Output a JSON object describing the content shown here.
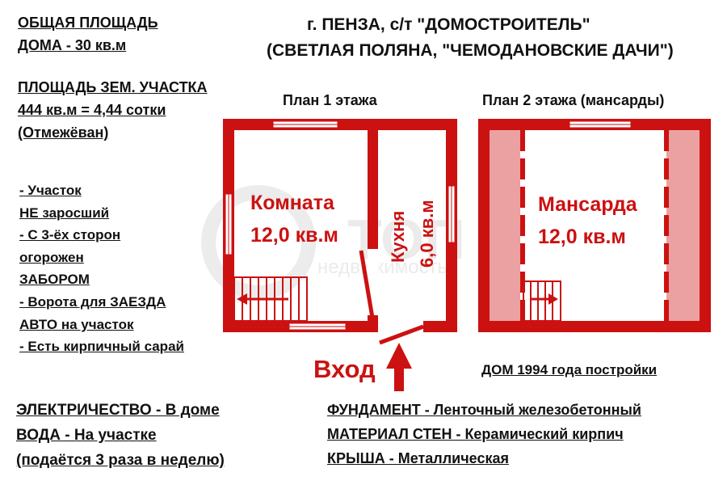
{
  "header": {
    "city_line": "г. ПЕНЗА, с/т \"ДОМОСТРОИТЕЛЬ\"",
    "place_line": "(СВЕТЛАЯ ПОЛЯНА, \"ЧЕМОДАНОВСКИЕ ДАЧИ\")"
  },
  "area": {
    "house_line1": "ОБЩАЯ ПЛОЩАДЬ",
    "house_line2": "ДОМА - 30 кв.м",
    "plot_line1": "ПЛОЩАДЬ ЗЕМ. УЧАСТКА",
    "plot_line2": "444 кв.м = 4,44 сотки",
    "plot_line3": "(Отмежёван)"
  },
  "features": [
    "- Участок",
    "НЕ заросший",
    "- С 3-ёх сторон",
    "огорожен",
    "ЗАБОРОМ",
    "- Ворота для ЗАЕЗДА",
    "АВТО на участок",
    "- Есть кирпичный сарай"
  ],
  "utilities": [
    "ЭЛЕКТРИЧЕСТВО - В доме",
    "ВОДА - На участке",
    "(подаётся 3 раза в неделю)"
  ],
  "plans": {
    "floor1_title": "План 1 этажа",
    "floor2_title": "План 2 этажа (мансарды)",
    "room_name": "Комната",
    "room_area": "12,0 кв.м",
    "kitchen_name": "Кухня",
    "kitchen_area": "6,0 кв.м",
    "attic_name": "Мансарда",
    "attic_area": "12,0 кв.м",
    "entrance": "Вход"
  },
  "house": {
    "year": "ДОМ 1994 года постройки",
    "specs": [
      "ФУНДАМЕНТ - Ленточный железобетонный",
      "МАТЕРИАЛ СТЕН - Керамический кирпич",
      "КРЫША - Металлическая"
    ]
  },
  "watermark": {
    "brand": "ТОП",
    "tagline": "недвижимость"
  },
  "colors": {
    "wall": "#cc1111",
    "attic_fill": "#eba1a1",
    "text": "#111111"
  }
}
